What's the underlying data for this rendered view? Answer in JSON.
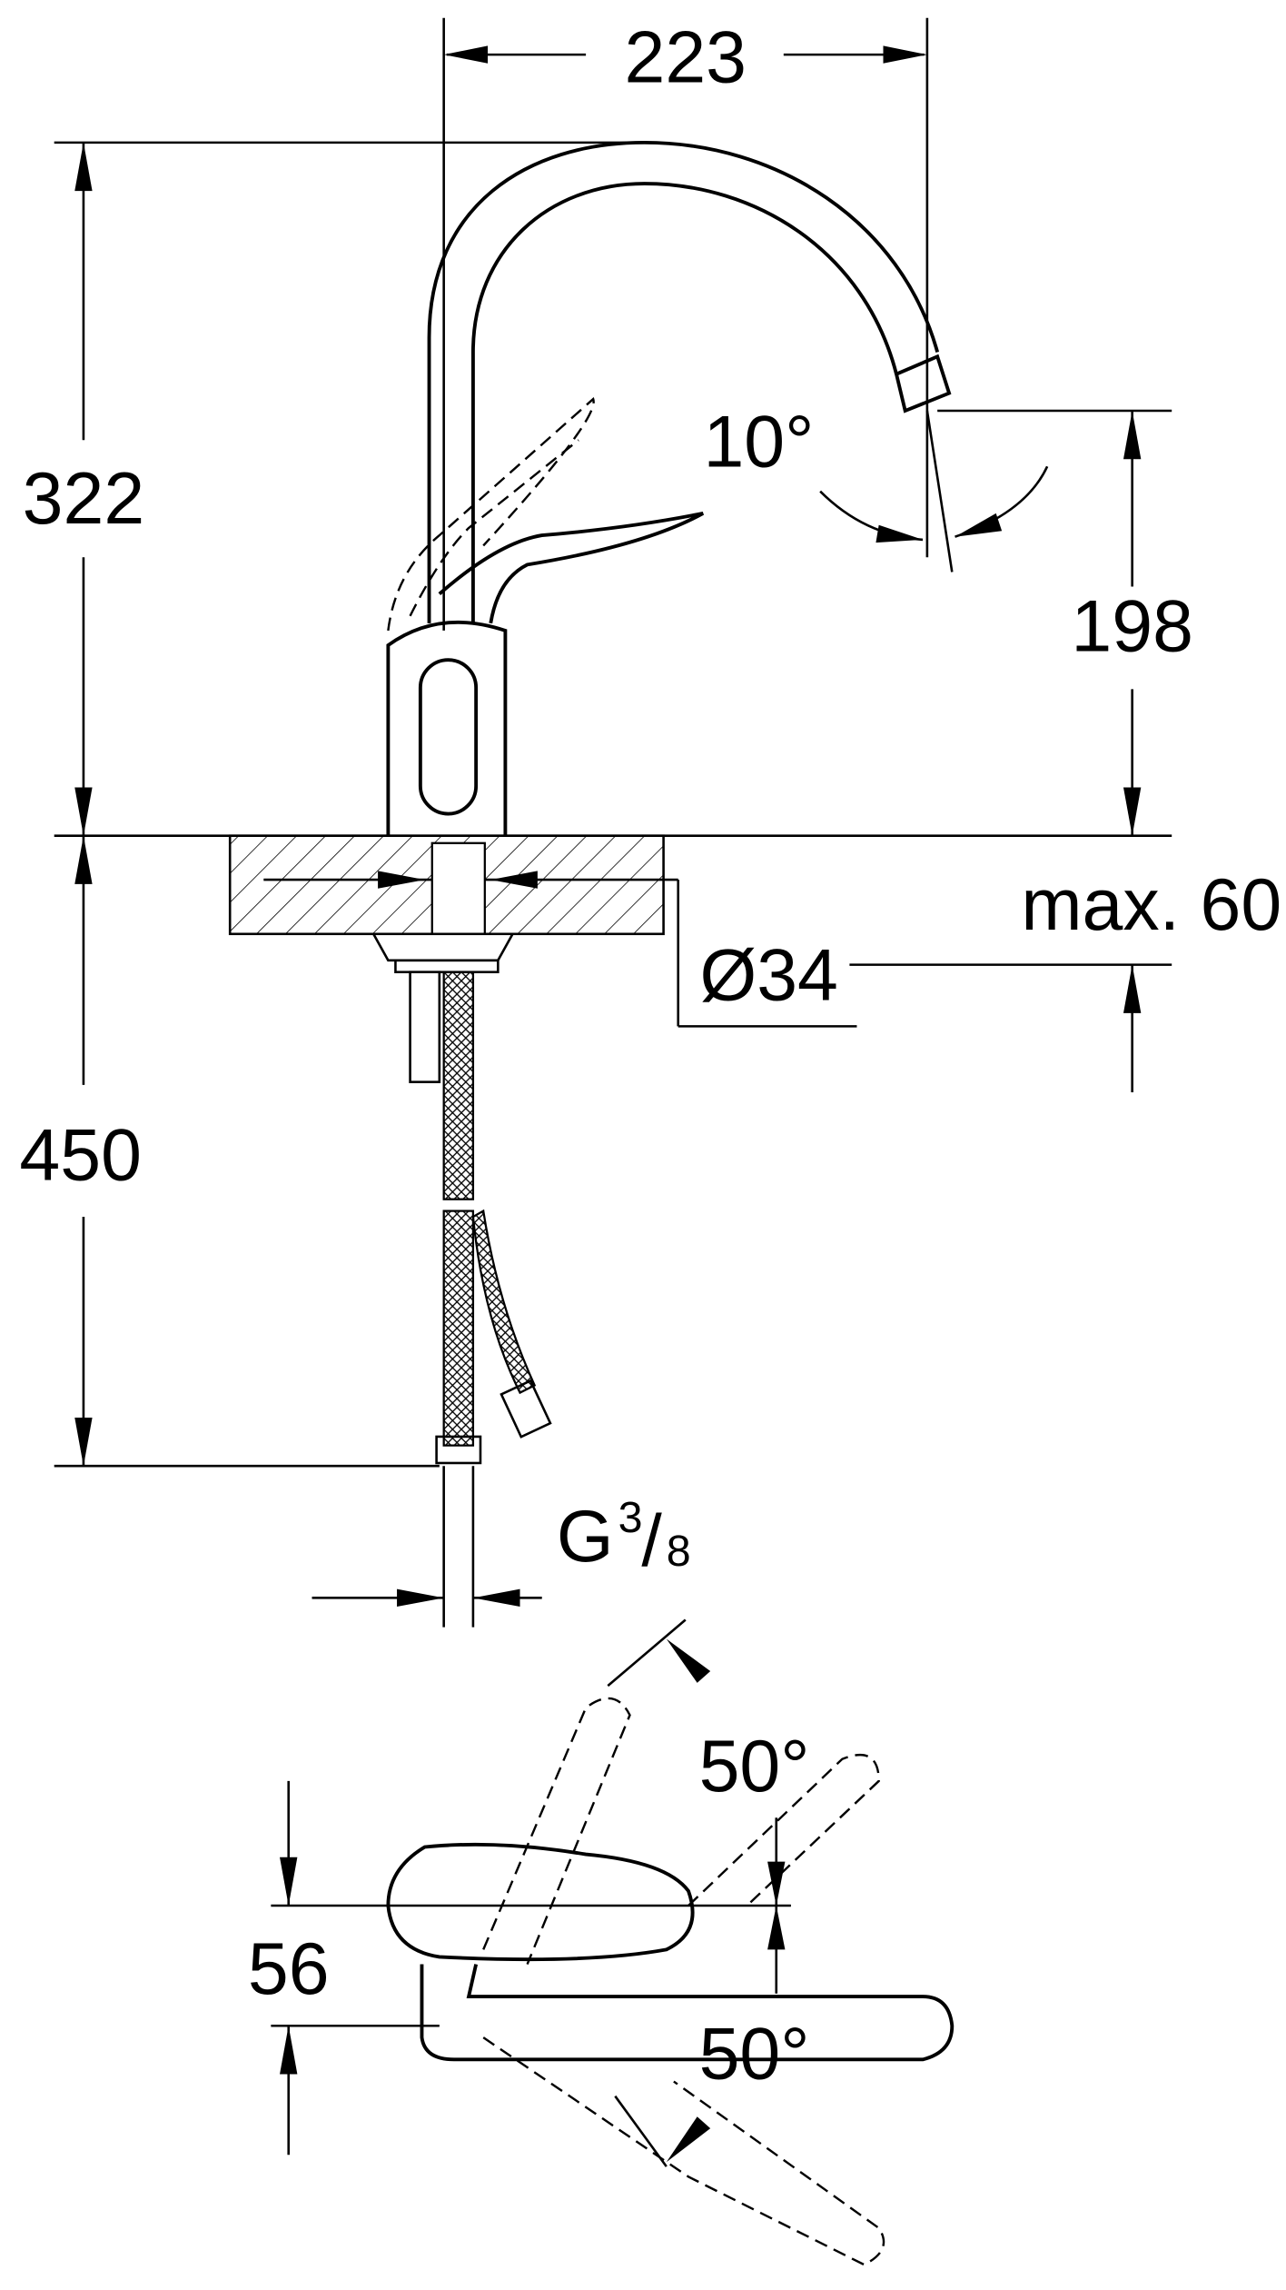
{
  "drawing": {
    "dimensions": {
      "spout_reach": "223",
      "total_height": "322",
      "outlet_height": "198",
      "spout_tilt": "10°",
      "max_counter": "max. 60",
      "hole_diameter": "Ø34",
      "hose_length": "450",
      "connection_prefix": "G",
      "connection_num": "3",
      "connection_den": "8",
      "lever_height": "56",
      "swivel_upper": "50°",
      "swivel_lower": "50°"
    },
    "colors": {
      "line": "#000000",
      "background": "#ffffff"
    }
  }
}
